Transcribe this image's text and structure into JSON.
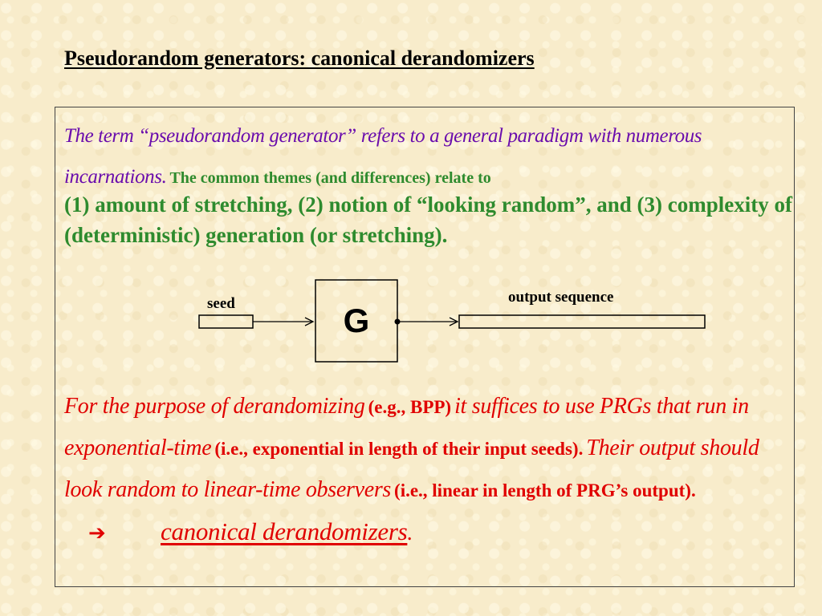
{
  "slide": {
    "title": "Pseudorandom generators: canonical derandomizers",
    "intro_italic": "The term “pseudorandom generator” refers to a general paradigm with numerous incarnations.",
    "intro_plain": "The common themes (and differences) relate to",
    "themes": "(1) amount of stretching, (2) notion of “looking random”, and (3) complexity of (deterministic) generation (or stretching).",
    "diagram": {
      "seed_label": "seed",
      "generator_label": "G",
      "output_label": "output sequence"
    },
    "conclusion": {
      "s1": "For the purpose of derandomizing",
      "s2": "(e.g., BPP)",
      "s3": "it suffices to use PRGs that run in exponential-time",
      "s4": "(i.e., exponential in length of their input seeds).",
      "s5": "Their output should look random to linear-time observers",
      "s6": "(i.e., linear in length of PRG’s output).",
      "arrow_symbol": "➔",
      "final": "canonical derandomizers",
      "final_punct": "."
    },
    "colors": {
      "purple": "#6a0dad",
      "green": "#2e8b2e",
      "red": "#e00000"
    }
  }
}
